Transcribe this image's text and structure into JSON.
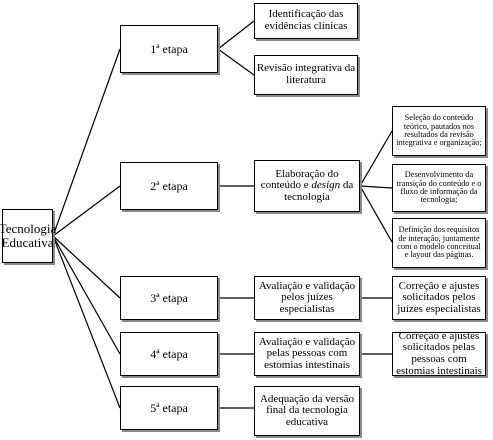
{
  "root": {
    "line1": "Tecnologia",
    "line2": "Educativa"
  },
  "stages": [
    {
      "label": "1ª etapa"
    },
    {
      "label": "2ª etapa"
    },
    {
      "label": "3ª etapa"
    },
    {
      "label": "4ª etapa"
    },
    {
      "label": "5ª etapa"
    }
  ],
  "stage1": {
    "item1": "Identificação das evidências clínicas",
    "item2": "Revisão integrativa da literatura"
  },
  "stage2": {
    "main_pre": "Elaboração do conteúdo e ",
    "main_em": "design",
    "main_post": " da tecnologia",
    "detail1": "Seleção do conteúdo teórico, pautados nos resultados da revisão integrativa e organização;",
    "detail2": "Desenvolvimento da transição do conteúdo e o fluxo de informação da tecnologia;",
    "detail3": "Definição dos requisitos de interação, juntamente com o modelo conceitual e layout das páginas."
  },
  "stage3": {
    "main": "Avaliação e validação pelos juízes especialistas",
    "detail": "Correção e ajustes solicitados pelos juízes especialistas"
  },
  "stage4": {
    "main": "Avaliação e validação pelas pessoas com estomias intestinais",
    "detail": "Correção e ajustes solicitados pelas pessoas com estomias intestinais"
  },
  "stage5": {
    "main": "Adequação da versão final da tecnologia educativa"
  }
}
